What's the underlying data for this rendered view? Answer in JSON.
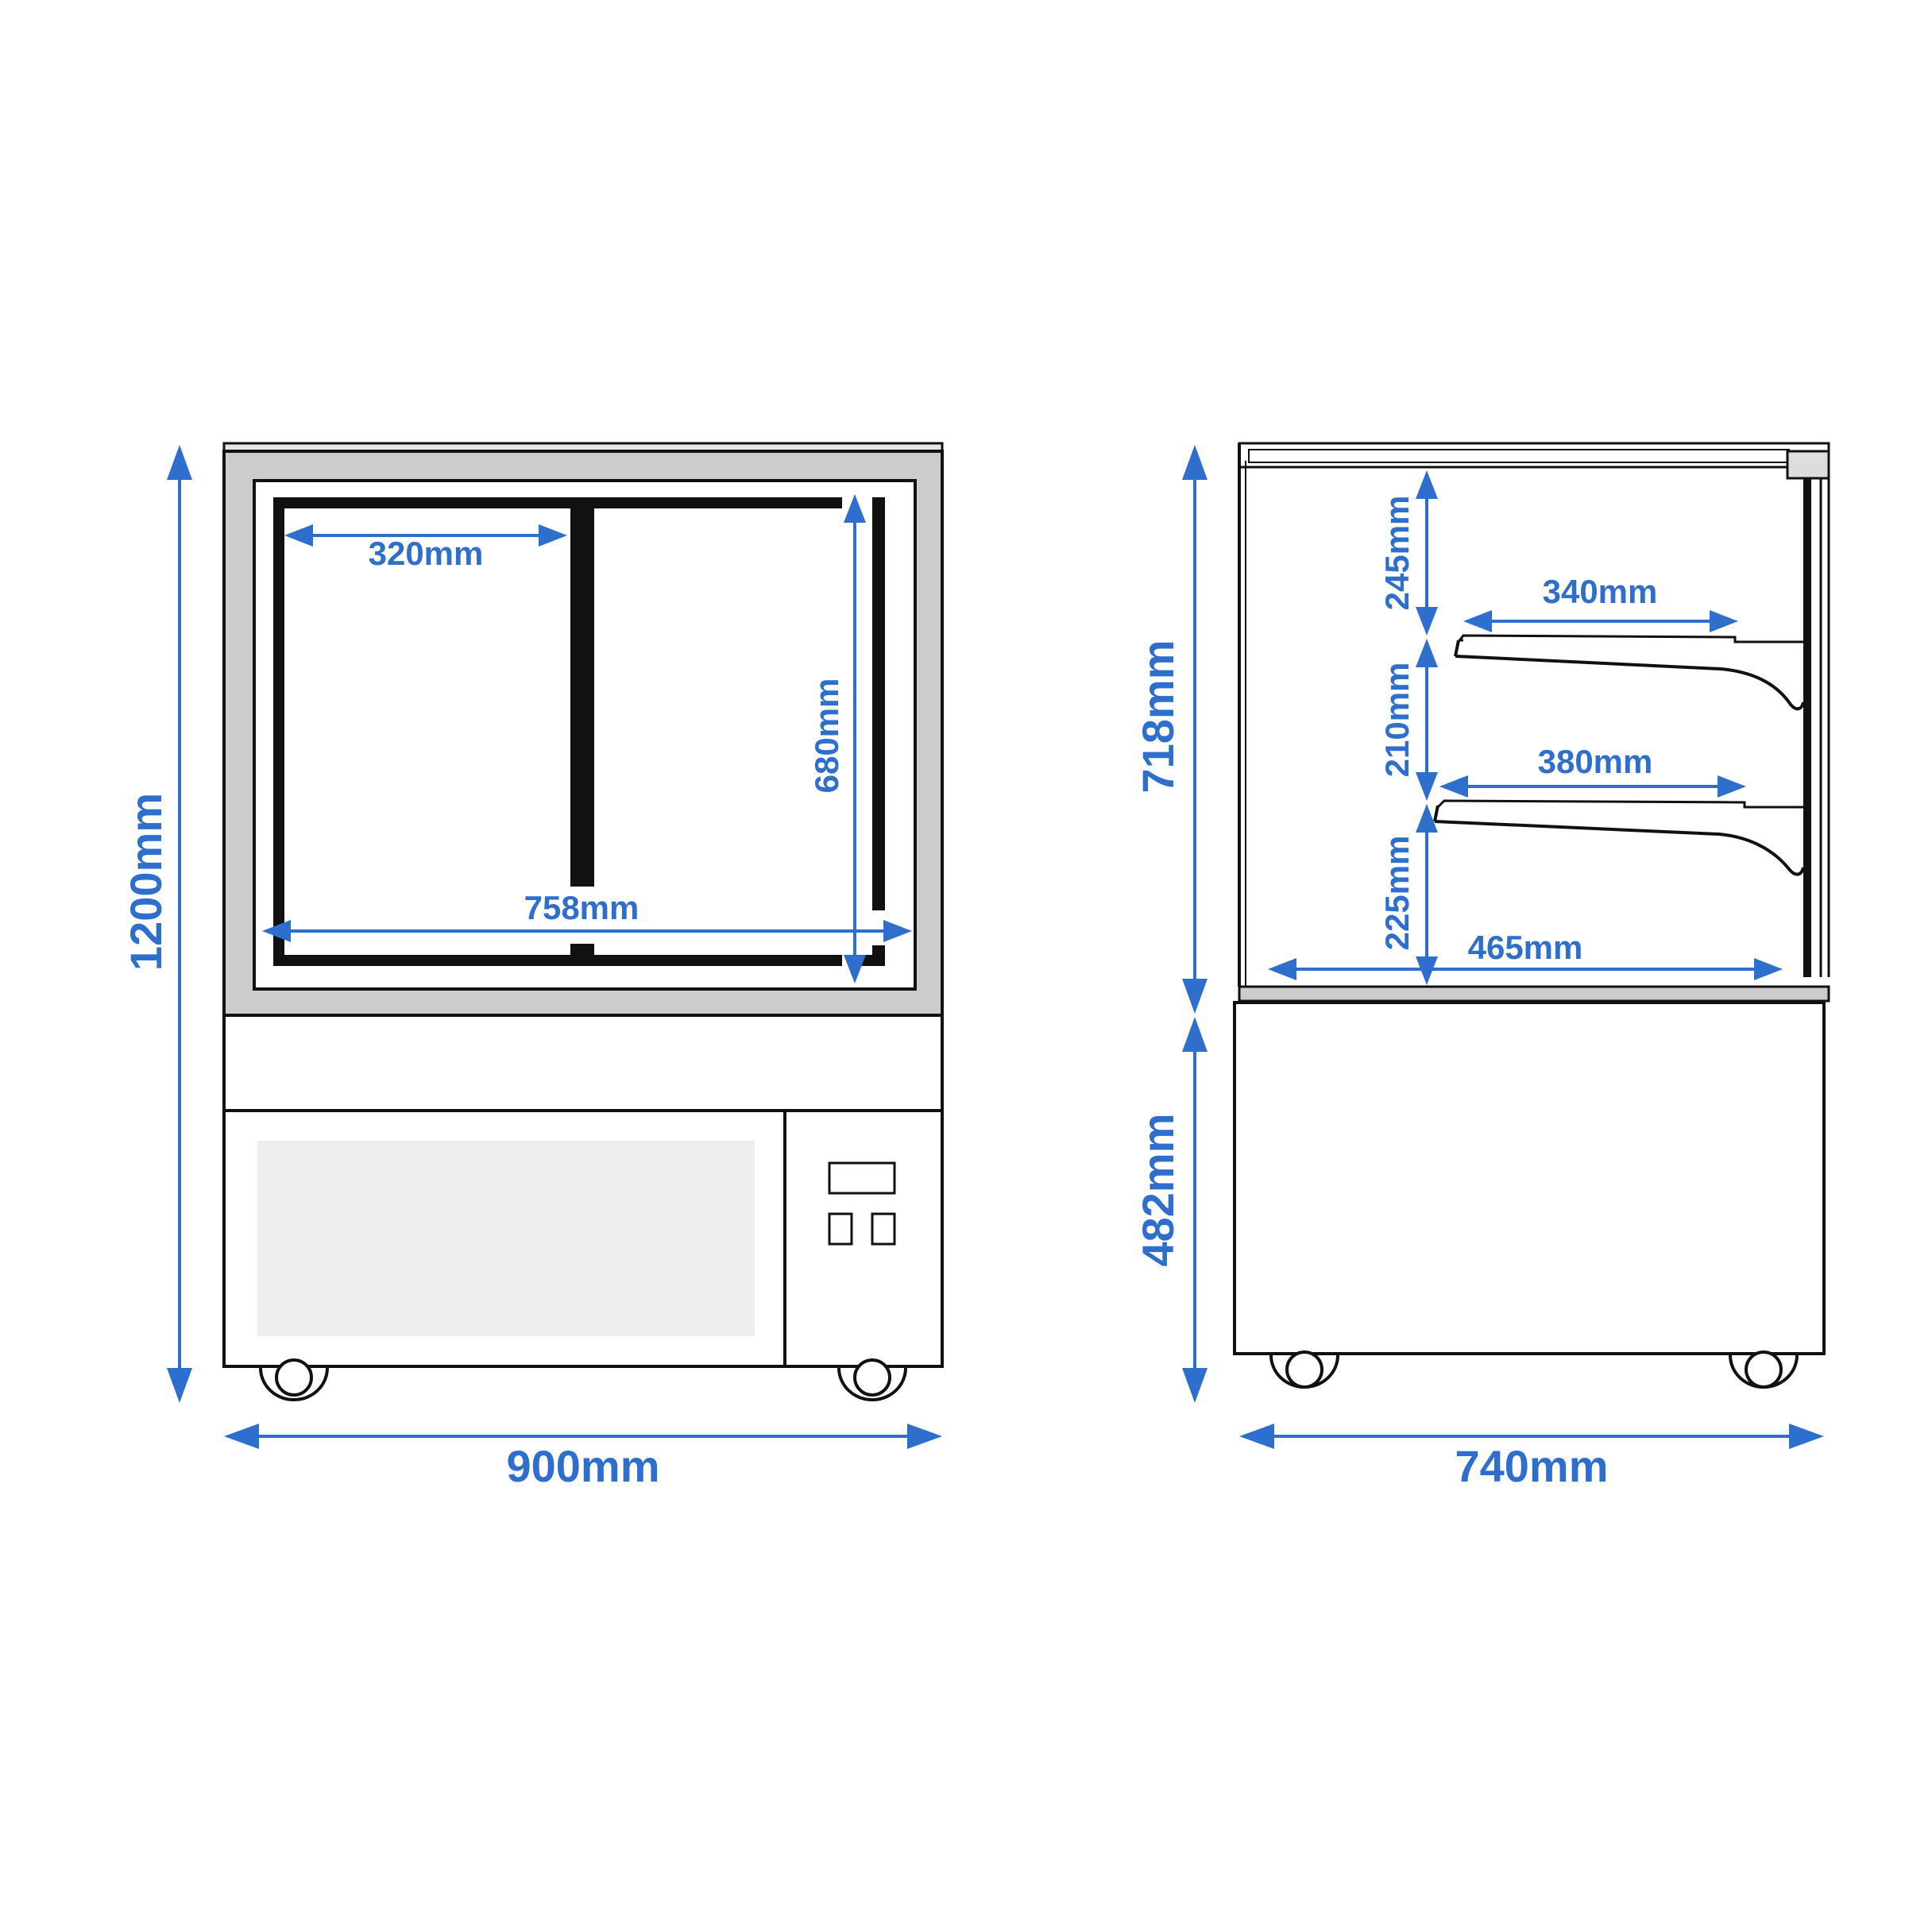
{
  "front_view": {
    "height_label": "1200mm",
    "width_label": "900mm",
    "interior_width_label": "758mm",
    "interior_height_label": "680mm",
    "half_width_label": "320mm"
  },
  "side_view": {
    "upper_height_label": "718mm",
    "lower_height_label": "482mm",
    "depth_label": "740mm",
    "top_gap_label": "245mm",
    "middle_gap_label": "210mm",
    "bottom_gap_label": "225mm",
    "upper_shelf_label": "340mm",
    "lower_shelf_label": "380mm",
    "base_depth_label": "465mm"
  },
  "colors": {
    "dimension": "#2e6fce",
    "outline": "#111111",
    "frame_gray": "#cccccc",
    "panel_gray": "#eeeeee"
  }
}
